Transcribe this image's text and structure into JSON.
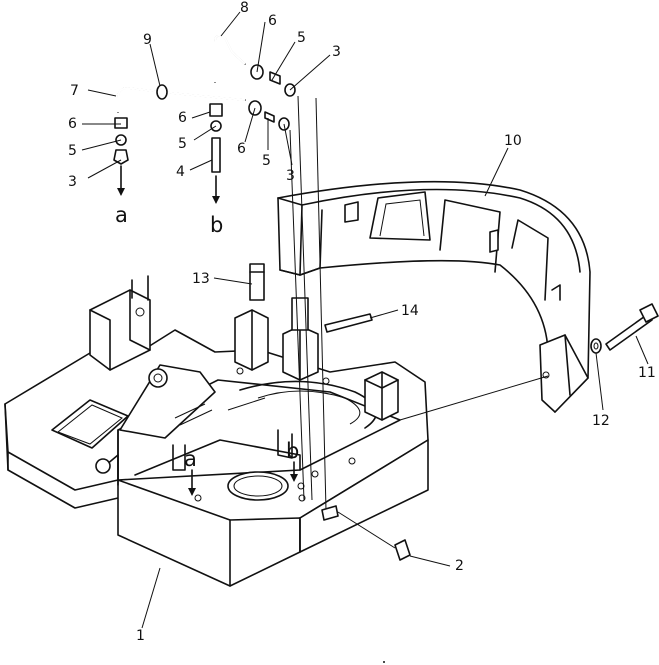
{
  "callouts": {
    "c1": "1",
    "c2": "2",
    "c3a": "3",
    "c3b": "3",
    "c3c": "3",
    "c4": "4",
    "c5a": "5",
    "c5b": "5",
    "c5c": "5",
    "c5d": "5",
    "c6a": "6",
    "c6b": "6",
    "c6c": "6",
    "c6d": "6",
    "c7": "7",
    "c8": "8",
    "c9": "9",
    "c10": "10",
    "c11": "11",
    "c12": "12",
    "c13": "13",
    "c14": "14"
  },
  "connectors": {
    "a_top": "a",
    "b_top": "b",
    "a_frame": "a",
    "b_frame": "b"
  }
}
